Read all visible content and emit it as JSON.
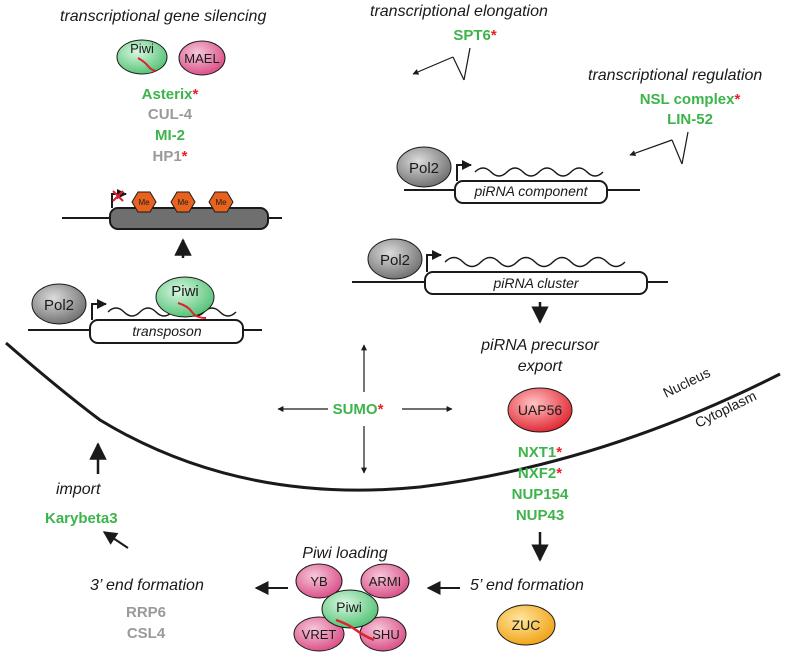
{
  "headings": {
    "tgs": "transcriptional gene silencing",
    "elong": "transcriptional elongation",
    "reg": "transcriptional regulation",
    "export_l1": "piRNA precursor",
    "export_l2": "export",
    "import": "import",
    "piwi_loading": "Piwi loading",
    "end3": "3’ end formation",
    "end5": "5’ end formation"
  },
  "genes": {
    "tgs": [
      {
        "text": "Asterix",
        "star": true,
        "color": "green"
      },
      {
        "text": "CUL-4",
        "star": false,
        "color": "gray"
      },
      {
        "text": "MI-2",
        "star": false,
        "color": "green"
      },
      {
        "text": "HP1",
        "star": true,
        "color": "gray"
      }
    ],
    "elong": [
      {
        "text": "SPT6",
        "star": true,
        "color": "green"
      }
    ],
    "reg": [
      {
        "text": "NSL complex",
        "star": true,
        "color": "green"
      },
      {
        "text": "LIN-52",
        "star": false,
        "color": "green"
      }
    ],
    "sumo": {
      "text": "SUMO",
      "star": true
    },
    "export": [
      {
        "text": "NXT1",
        "star": true
      },
      {
        "text": "NXF2",
        "star": true
      },
      {
        "text": "NUP154",
        "star": false
      },
      {
        "text": "NUP43",
        "star": false
      }
    ],
    "import": [
      {
        "text": "Karybeta3",
        "star": false
      }
    ],
    "end3": [
      {
        "text": "RRP6",
        "star": false
      },
      {
        "text": "CSL4",
        "star": false
      }
    ]
  },
  "star": "*",
  "proteins": {
    "piwi": "Piwi",
    "mael": "MAEL",
    "pol2": "Pol2",
    "me": "Me",
    "uap56": "UAP56",
    "zuc": "ZUC",
    "yb": "YB",
    "armi": "ARMI",
    "vret": "VRET",
    "shu": "SHU"
  },
  "dna": {
    "component": "piRNA component",
    "cluster": "piRNA cluster",
    "transposon": "transposon"
  },
  "compartments": {
    "nucleus": "Nucleus",
    "cytoplasm": "Cytoplasm"
  },
  "colors": {
    "green_text": "#3cb44a",
    "gray_text": "#9a9a9a",
    "star": "#e8202a",
    "piwi_fill": "#a8e6b8",
    "pink_fill": "#e87ca6",
    "pol2_fill": "#8c8c8c",
    "uap56_fill": "#e8303a",
    "zuc_fill": "#f5b020",
    "me_fill": "#e8621e",
    "chromatin_fill": "#6f6f6f"
  }
}
